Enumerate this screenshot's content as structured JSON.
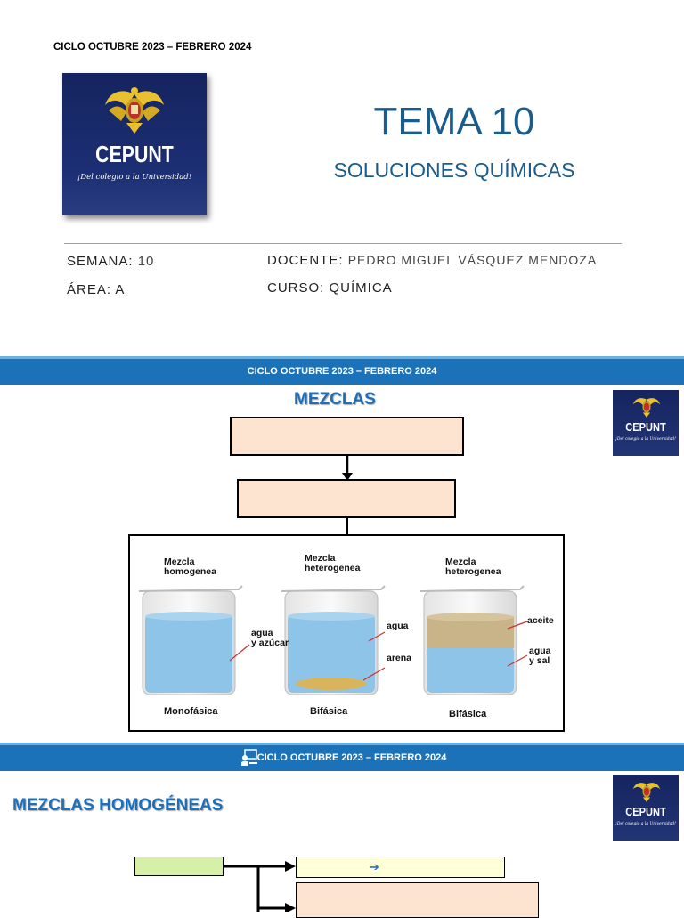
{
  "slide1": {
    "cycle": "CICLO OCTUBRE 2023 – FEBRERO 2024",
    "logo": {
      "brand": "CEPUNT",
      "motto": "¡Del colegio a la Universidad!"
    },
    "title": "TEMA 10",
    "subtitle": "SOLUCIONES QUÍMICAS",
    "semana_label": "SEMANA:",
    "semana_value": "10",
    "area_label": "ÁREA:",
    "area_value": "A",
    "docente_label": "DOCENTE:",
    "docente_value": "PEDRO MIGUEL VÁSQUEZ MENDOZA",
    "curso_label": "CURSO:",
    "curso_value": "QUÍMICA"
  },
  "slide2": {
    "banner": "CICLO OCTUBRE 2023 – FEBRERO 2024",
    "heading": "MEZCLAS",
    "logo": {
      "brand": "CEPUNT",
      "motto": "¡Del colegio a la Universidad!"
    },
    "figure": {
      "beaker1": {
        "title_line1": "Mezcla",
        "title_line2": "homogenea",
        "label1": "agua",
        "label2": "y azúcar",
        "caption": "Monofásica"
      },
      "beaker2": {
        "title_line1": "Mezcla",
        "title_line2": "heterogenea",
        "label_top": "agua",
        "label_bottom": "arena",
        "caption": "Bifásica"
      },
      "beaker3": {
        "title_line1": "Mezcla",
        "title_line2": "heterogenea",
        "label_top": "aceite",
        "label_bottom1": "agua",
        "label_bottom2": "y sal",
        "caption": "Bifásica"
      }
    },
    "colors": {
      "water": "#8ec4e8",
      "sand": "#d9b45a",
      "oil": "#c9b48a",
      "box_fill": "#fde4d0"
    }
  },
  "slide3": {
    "banner": "CICLO OCTUBRE 2023 – FEBRERO 2024",
    "heading": "MEZCLAS HOMOGÉNEAS",
    "logo": {
      "brand": "CEPUNT",
      "motto": "¡Del colegio a la Universidad!"
    },
    "arrow_glyph": "➔"
  }
}
